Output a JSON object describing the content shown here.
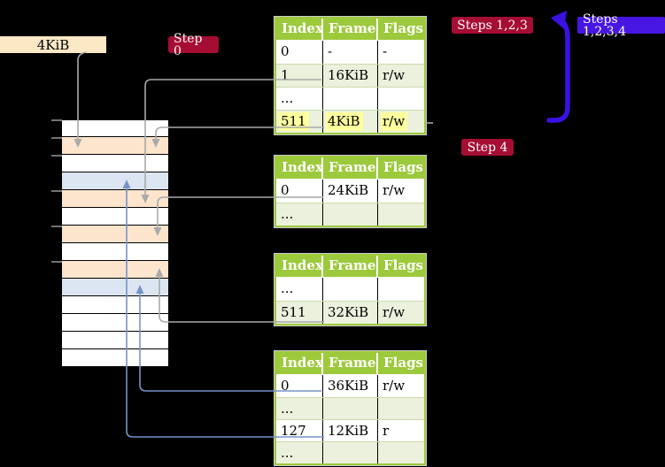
{
  "colors": {
    "accent_red": "#A60D33",
    "accent_violet": "#4716E2",
    "accent_blue": "#3B10E3",
    "blue_arrow_thin": "#7693C9",
    "gray_arrow": "#A9A9A9",
    "table_green": "#9DC93C",
    "row_green": "#EBF1DC",
    "highlight": "#FEFF9D",
    "peach": "#FCE4CD",
    "lightblue": "#DCE6F2",
    "wheat": "#FBE8C5",
    "background": "#000000"
  },
  "labels": {
    "frame_4kib": "4KiB",
    "step0": "Step 0",
    "steps123": "Steps 1,2,3",
    "steps1234": "Steps 1,2,3,4",
    "step4": "Step 4"
  },
  "memory_frames": {
    "row_colors": [
      "white",
      "peach",
      "white",
      "blue",
      "peach",
      "white",
      "peach",
      "white",
      "peach",
      "blue",
      "white",
      "white",
      "white",
      "white"
    ]
  },
  "tables": [
    {
      "id": "page-table-1",
      "headers": [
        "Index",
        "Frame",
        "Flags"
      ],
      "rows": [
        {
          "cells": [
            "0",
            "-",
            "-"
          ],
          "highlight": false
        },
        {
          "cells": [
            "1",
            "16KiB",
            "r/w"
          ],
          "highlight": false
        },
        {
          "cells": [
            "...",
            "",
            ""
          ],
          "highlight": false
        },
        {
          "cells": [
            "511",
            "4KiB",
            "r/w"
          ],
          "highlight": true
        }
      ]
    },
    {
      "id": "page-table-2",
      "headers": [
        "Index",
        "Frame",
        "Flags"
      ],
      "rows": [
        {
          "cells": [
            "0",
            "24KiB",
            "r/w"
          ],
          "highlight": false
        },
        {
          "cells": [
            "...",
            "",
            ""
          ],
          "highlight": false
        }
      ]
    },
    {
      "id": "page-table-3",
      "headers": [
        "Index",
        "Frame",
        "Flags"
      ],
      "rows": [
        {
          "cells": [
            "...",
            "",
            ""
          ],
          "highlight": false
        },
        {
          "cells": [
            "511",
            "32KiB",
            "r/w"
          ],
          "highlight": false
        }
      ]
    },
    {
      "id": "page-table-4",
      "headers": [
        "Index",
        "Frame",
        "Flags"
      ],
      "rows": [
        {
          "cells": [
            "0",
            "36KiB",
            "r/w"
          ],
          "highlight": false
        },
        {
          "cells": [
            "...",
            "",
            ""
          ],
          "highlight": false
        },
        {
          "cells": [
            "127",
            "12KiB",
            "r"
          ],
          "highlight": false
        },
        {
          "cells": [
            "...",
            "",
            ""
          ],
          "highlight": false
        }
      ]
    }
  ]
}
